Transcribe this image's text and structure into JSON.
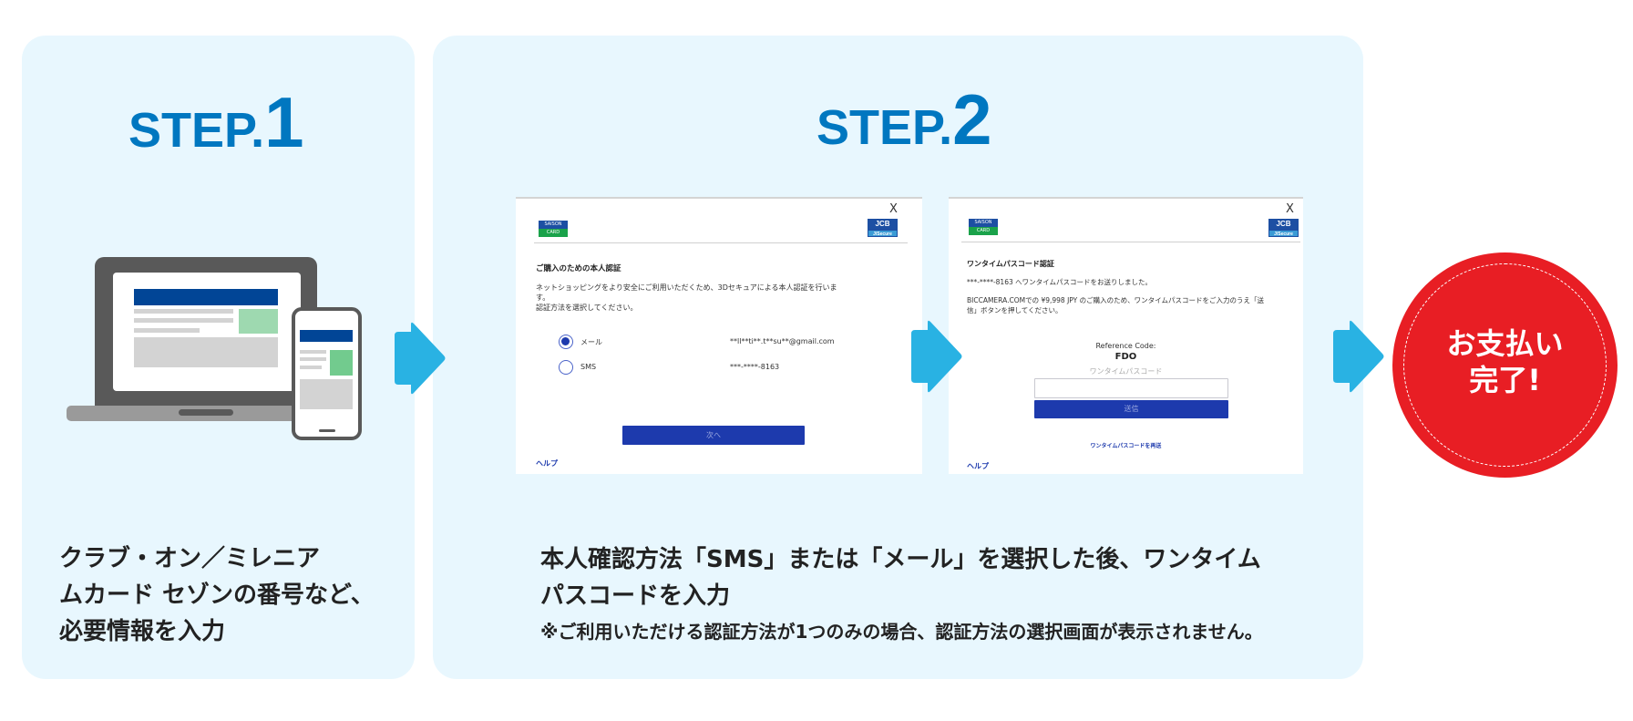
{
  "colors": {
    "panel_bg": "#e8f7fe",
    "step_title": "#0077c0",
    "arrow": "#29b2e3",
    "complete_circle": "#e81e24",
    "button_blue": "#1d3aad"
  },
  "step1": {
    "title_word": "STEP.",
    "title_num": "1",
    "illustration": "laptop-and-smartphone-icon",
    "desc_lines": [
      "クラブ・オン／ミレニア",
      "ムカード セゾンの番号など、",
      "必要情報を入力"
    ]
  },
  "step2": {
    "title_word": "STEP.",
    "title_num": "2",
    "desc_lines": [
      "本人確認方法「SMS」または「メール」を選択した後、ワンタイム",
      "パスコードを入力"
    ],
    "note": "※ご利用いただける認証方法が1つのみの場合、認証方法の選択画面が表示されません。",
    "screen_select": {
      "close": "X",
      "logo_left_top": "SAISON",
      "logo_left_bottom": "CARD",
      "logo_right_top": "JCB",
      "logo_right_bottom": "J/Secure",
      "heading": "ご購入のための本人認証",
      "body_line1": "ネットショッピングをより安全にご利用いただくため、3Dセキュアによる本人認証を行いま",
      "body_line2": "す。",
      "body_line3": "認証方法を選択してください。",
      "options": [
        {
          "label": "メール",
          "value": "**ll**ti**.t**su**@gmail.com",
          "selected": true
        },
        {
          "label": "SMS",
          "value": "***-****-8163",
          "selected": false
        }
      ],
      "next_button": "次へ",
      "help": "ヘルプ"
    },
    "screen_otp": {
      "close": "X",
      "logo_left_top": "SAISON",
      "logo_left_bottom": "CARD",
      "logo_right_top": "JCB",
      "logo_right_bottom": "J/Secure",
      "heading": "ワンタイムパスコード認証",
      "sent_msg": "***-****-8163 へワンタイムパスコードをお送りしました。",
      "instruction_line1": "BICCAMERA.COMでの ¥9,998 JPY のご購入のため、ワンタイムパスコードをご入力のうえ「送",
      "instruction_line2": "信」ボタンを押してください。",
      "reference_label": "Reference Code:",
      "reference_code": "FDO",
      "otp_placeholder": "ワンタイムパスコード",
      "otp_value": "",
      "submit_button": "送信",
      "resend_link": "ワンタイムパスコードを再送",
      "help": "ヘルプ"
    }
  },
  "complete": {
    "line1": "お支払い",
    "line2": "完了!"
  }
}
